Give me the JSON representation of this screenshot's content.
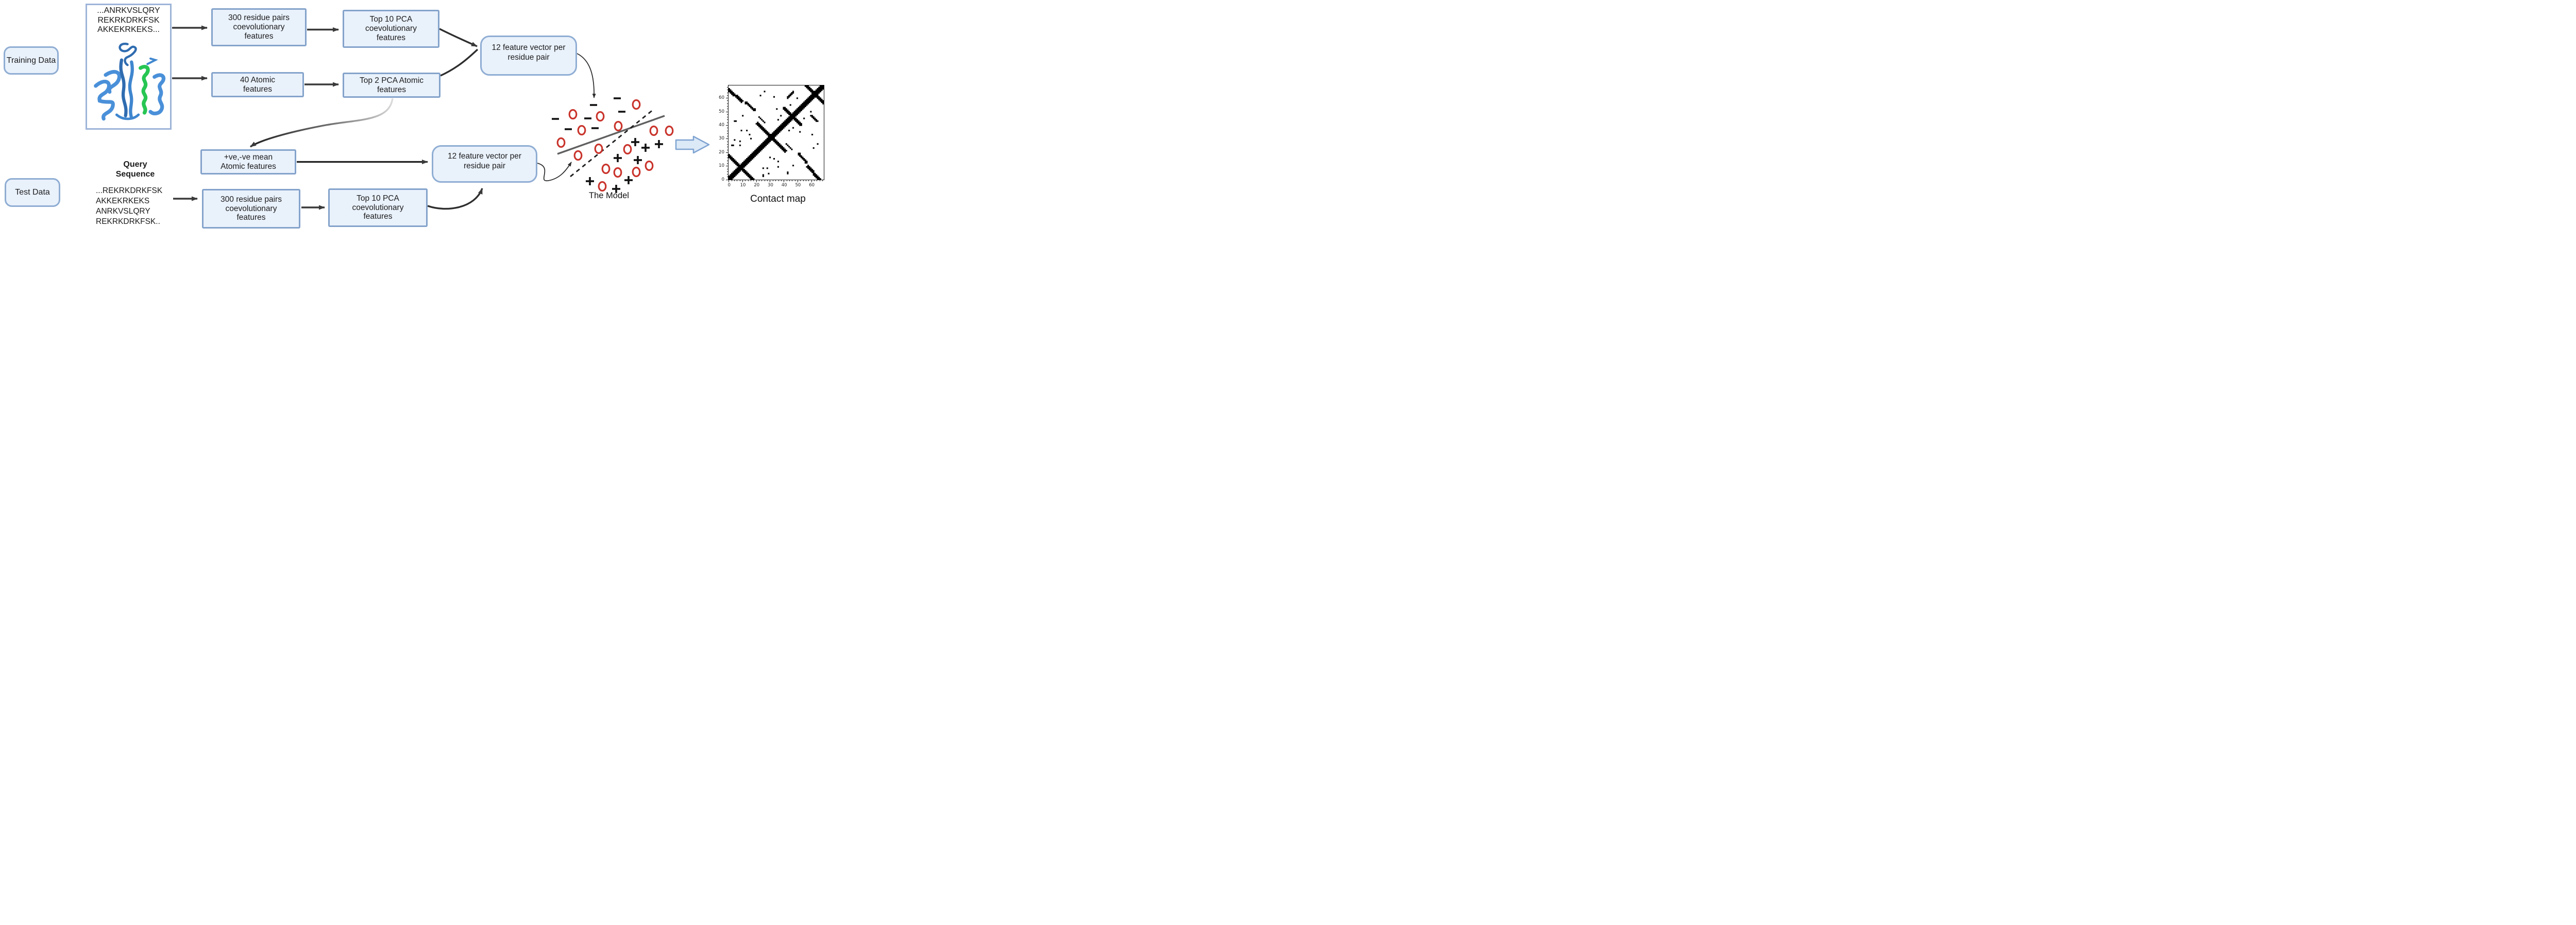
{
  "nodes": {
    "training": {
      "label": "Training Data"
    },
    "test": {
      "label": "Test Data"
    }
  },
  "sequences": {
    "training": "...ANRKVSLQRY\nREKRKDRKFSK\nAKKEKRKEKS...",
    "query_title": "Query\nSequence",
    "query": "...REKRKDRKFSK\nAKKEKRKEKS\nANRKVSLQRY\nREKRKDRKFSK.."
  },
  "boxes": {
    "train_coevo": {
      "label": "300 residue pairs\ncoevolutionary\nfeatures"
    },
    "train_pca_coevo": {
      "label": "Top 10 PCA\ncoevolutionary\nfeatures"
    },
    "atomic": {
      "label": "40 Atomic\nfeatures"
    },
    "pca_atomic": {
      "label": "Top 2 PCA Atomic\nfeatures"
    },
    "feature_vector_top": {
      "label": "12 feature vector per\nresidue pair"
    },
    "mean_atomic": {
      "label": "+ve,-ve mean\nAtomic features"
    },
    "feature_vector_bottom": {
      "label": "12 feature vector per\nresidue pair"
    },
    "test_coevo": {
      "label": "300 residue pairs\ncoevolutionary\nfeatures"
    },
    "test_pca_coevo": {
      "label": "Top 10 PCA\ncoevolutionary\nfeatures"
    }
  },
  "labels": {
    "model": "The Model",
    "contact_map": "Contact map"
  },
  "colors": {
    "box_fill": "#e9f1fb",
    "box_border": "#84a3cb",
    "node_border": "#8fadd3",
    "arrow": "#3a3a3a",
    "scatter_red": "#c9342c",
    "separator_line": "#606060",
    "hollow_arrow_fill": "#dce9f7",
    "hollow_arrow_border": "#7fa3d1",
    "protein_blue": "#4a90d9",
    "protein_green": "#27c653"
  },
  "model_scatter": {
    "minus": [
      [
        153,
        21
      ],
      [
        107,
        34
      ],
      [
        162,
        47
      ],
      [
        33,
        61
      ],
      [
        96,
        60
      ],
      [
        58,
        81
      ],
      [
        110,
        79
      ]
    ],
    "circles": [
      [
        190,
        33
      ],
      [
        67,
        52
      ],
      [
        120,
        56
      ],
      [
        84,
        83
      ],
      [
        155,
        75
      ],
      [
        44,
        107
      ],
      [
        224,
        84
      ],
      [
        254,
        84
      ],
      [
        117,
        119
      ],
      [
        77,
        132
      ],
      [
        173,
        120
      ],
      [
        131,
        158
      ],
      [
        154,
        165
      ],
      [
        190,
        164
      ],
      [
        215,
        152
      ],
      [
        124,
        192
      ]
    ],
    "plus": [
      [
        188,
        106
      ],
      [
        208,
        117
      ],
      [
        234,
        110
      ],
      [
        154,
        137
      ],
      [
        193,
        141
      ],
      [
        100,
        182
      ],
      [
        175,
        180
      ],
      [
        151,
        197
      ]
    ],
    "solid_line": [
      37,
      129,
      245,
      55
    ],
    "dashed_line": [
      62,
      173,
      223,
      43
    ]
  },
  "chart_data": {
    "type": "heatmap",
    "title": "Contact map",
    "xlabel": "",
    "ylabel": "",
    "x_ticks": [
      0,
      10,
      20,
      30,
      40,
      50,
      60
    ],
    "y_ticks": [
      0,
      10,
      20,
      30,
      40,
      50,
      60
    ],
    "axis_range": [
      0,
      69
    ],
    "n": 70,
    "strokes": [
      [
        0,
        0,
        69,
        69,
        3.0
      ],
      [
        0,
        17,
        17,
        0,
        2.6
      ],
      [
        21,
        41,
        41,
        21,
        2.2
      ],
      [
        40,
        53,
        53,
        40,
        1.7
      ],
      [
        0,
        66,
        9,
        58,
        2.0
      ],
      [
        58,
        9,
        66,
        0,
        2.0
      ],
      [
        12,
        57,
        19,
        51,
        1.7
      ],
      [
        51,
        19,
        57,
        12,
        1.7
      ],
      [
        57,
        69,
        69,
        57,
        2.3
      ],
      [
        22,
        46,
        26,
        42,
        1.3
      ],
      [
        42,
        26,
        46,
        22,
        1.3
      ],
      [
        60,
        47,
        65,
        43,
        1.5
      ],
      [
        47,
        65,
        43,
        60,
        1.5
      ]
    ],
    "speckles": [
      [
        5,
        43
      ],
      [
        25,
        3
      ],
      [
        29,
        4
      ],
      [
        43,
        4
      ],
      [
        36,
        13
      ],
      [
        33,
        15
      ],
      [
        2,
        25
      ],
      [
        8,
        25
      ],
      [
        65,
        26
      ],
      [
        35,
        52
      ],
      [
        47,
        10
      ],
      [
        16,
        30
      ],
      [
        28,
        8
      ],
      [
        9,
        36
      ],
      [
        50,
        60
      ],
      [
        23,
        62
      ],
      [
        61,
        33
      ],
      [
        38,
        47
      ],
      [
        44,
        36
      ],
      [
        55,
        45
      ]
    ]
  }
}
